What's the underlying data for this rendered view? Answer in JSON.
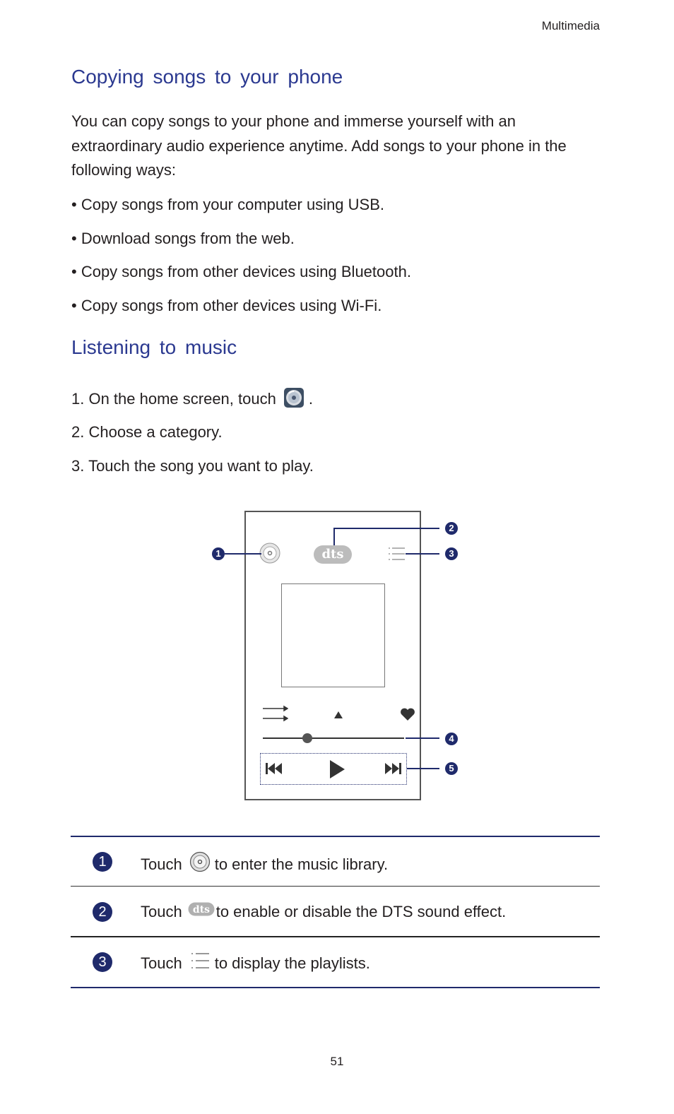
{
  "header": {
    "section": "Multimedia"
  },
  "section1": {
    "title": "Copying songs to your phone",
    "intro": "You can copy songs to your phone and immerse yourself with an extraordinary audio experience anytime. Add songs to your phone in the following ways:",
    "bullets": [
      "• Copy songs from your computer using USB.",
      "• Download songs from the web.",
      "• Copy songs from other devices using Bluetooth.",
      "• Copy songs from other devices using Wi-Fi."
    ]
  },
  "section2": {
    "title": "Listening to music",
    "steps": [
      {
        "before": "1. On the home screen, touch",
        "after": "."
      },
      {
        "text": "2. Choose a category."
      },
      {
        "text": "3. Touch the song you want to play."
      }
    ]
  },
  "figure": {
    "callouts": [
      "1",
      "2",
      "3",
      "4",
      "5"
    ],
    "dts_label": "dts"
  },
  "table": {
    "rows": [
      {
        "num": "1",
        "before": "Touch",
        "after": "to enter the music library.",
        "icon": "library-disc-icon"
      },
      {
        "num": "2",
        "before": "Touch",
        "after": "to enable or disable the DTS sound effect.",
        "icon": "dts-icon"
      },
      {
        "num": "3",
        "before": "Touch",
        "after": "to display the playlists.",
        "icon": "playlist-icon"
      }
    ]
  },
  "footer": {
    "page_number": "51"
  },
  "colors": {
    "heading": "#2b3990",
    "badge": "#1f2a6b"
  }
}
